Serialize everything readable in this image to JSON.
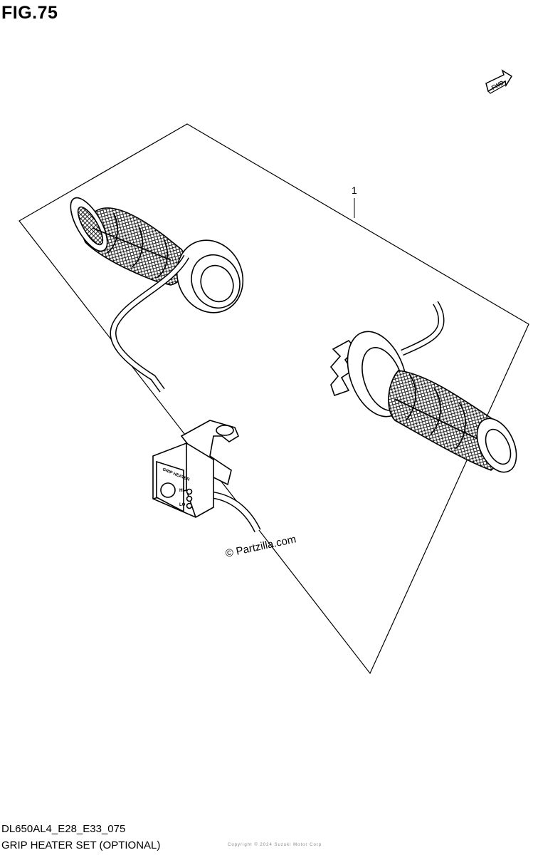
{
  "figure": {
    "title": "FIG.75",
    "fwd_label": "FWD"
  },
  "callouts": [
    {
      "number": "1"
    }
  ],
  "switch": {
    "brand_label": "GRIP HEATER",
    "hi_label": "HI",
    "lo_label": "LO"
  },
  "watermark": "© Partzilla.com",
  "footer": {
    "model_code": "DL650AL4_E28_E33_075",
    "assembly_name": "GRIP HEATER SET (OPTIONAL)",
    "small_text": "Copyright © 2024 Suzuki Motor Corp"
  },
  "colors": {
    "line": "#000000",
    "background": "#ffffff"
  }
}
